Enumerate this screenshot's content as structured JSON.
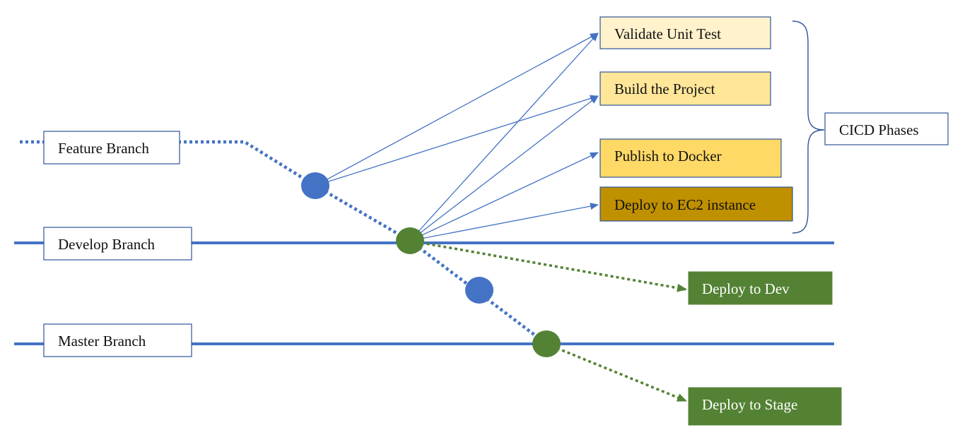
{
  "branches": {
    "feature": "Feature Branch",
    "develop": "Develop Branch",
    "master": "Master Branch"
  },
  "phases": {
    "validate": "Validate Unit Test",
    "build": "Build the Project",
    "publish": "Publish to Docker",
    "deploy_ec2": "Deploy to EC2 instance",
    "group_label": "CICD Phases"
  },
  "deployments": {
    "dev": "Deploy to Dev",
    "stage": "Deploy to Stage"
  },
  "colors": {
    "branch_line": "#4472C4",
    "commit_blue": "#4472C4",
    "commit_green": "#548235",
    "validate_fill": "#FFF2CC",
    "build_fill": "#FFE699",
    "publish_fill": "#FFD966",
    "ec2_fill": "#BF9000",
    "deploy_fill": "#548235",
    "box_border": "#2F5597"
  }
}
